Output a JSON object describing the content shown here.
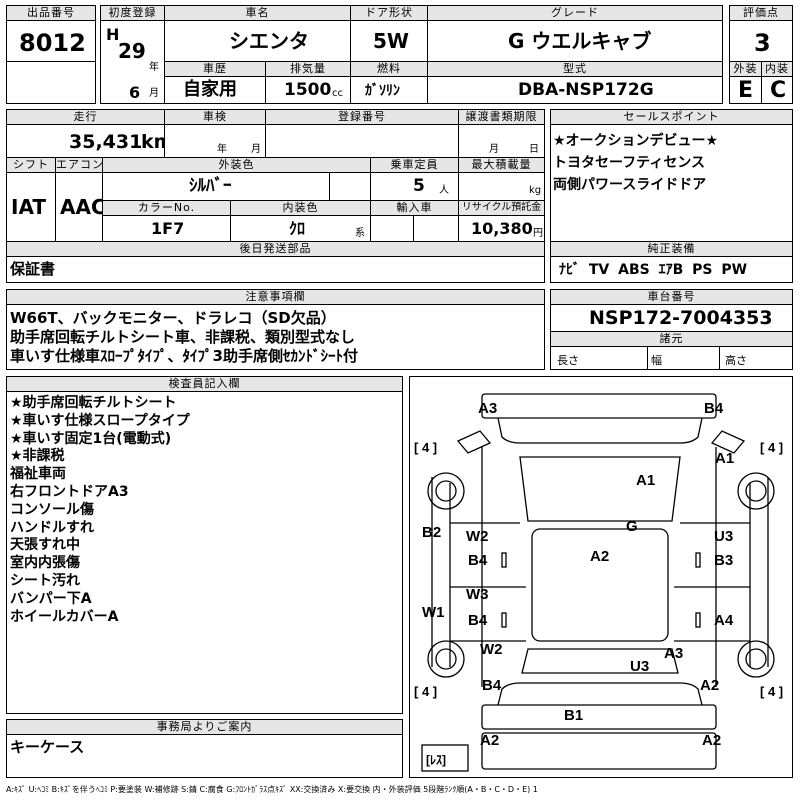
{
  "lot": {
    "label": "出品番号",
    "value": "8012"
  },
  "first_reg": {
    "label": "初度登録",
    "era": "H",
    "year": "29",
    "year_unit": "年",
    "month": "6",
    "month_unit": "月"
  },
  "car_name": {
    "label": "車名",
    "value": "シエンタ"
  },
  "door": {
    "label": "ドア形状",
    "value": "5W"
  },
  "grade": {
    "label": "グレード",
    "value": "G ウエルキャブ"
  },
  "score": {
    "label": "評価点",
    "value": "3"
  },
  "history": {
    "label": "車歴",
    "value": "自家用"
  },
  "displacement": {
    "label": "排気量",
    "value": "1500",
    "unit": "cc"
  },
  "fuel": {
    "label": "燃料",
    "value": "ｶﾞｿﾘﾝ"
  },
  "model": {
    "label": "型式",
    "value": "DBA-NSP172G"
  },
  "ext_grade": {
    "label": "外装",
    "value": "E"
  },
  "int_grade": {
    "label": "内装",
    "value": "C"
  },
  "mileage": {
    "label": "走行",
    "value": "35,431",
    "unit": "km"
  },
  "inspection": {
    "label": "車検",
    "year_unit": "年",
    "month_unit": "月"
  },
  "reg_no": {
    "label": "登録番号"
  },
  "transfer": {
    "label": "譲渡書類期限",
    "month_unit": "月",
    "day_unit": "日"
  },
  "sales_point": {
    "label": "セールスポイント",
    "lines": [
      "★オークションデビュー★",
      "トヨタセーフティセンス",
      "両側パワースライドドア"
    ]
  },
  "shift": {
    "label": "シフト",
    "value": "IAT"
  },
  "aircon": {
    "label": "エアコン",
    "value": "AAC"
  },
  "ext_color": {
    "label": "外装色",
    "value": "ｼﾙﾊﾞｰ"
  },
  "capacity": {
    "label": "乗車定員",
    "value": "5",
    "unit": "人"
  },
  "max_load": {
    "label": "最大積載量",
    "unit": "kg"
  },
  "color_no": {
    "label": "カラーNo.",
    "value": "1F7"
  },
  "int_color": {
    "label": "内装色",
    "value": "ｸﾛ",
    "unit": "系"
  },
  "import": {
    "label": "輸入車"
  },
  "recycle": {
    "label": "リサイクル預託金",
    "value": "10,380",
    "unit": "円"
  },
  "later_parts": {
    "label": "後日発送部品",
    "value": "保証書"
  },
  "equipment": {
    "label": "純正装備",
    "value": "ﾅﾋﾞ TV ABS ｴｱB PS PW"
  },
  "notes": {
    "label": "注意事項欄",
    "lines": [
      "W66T、バックモニター、ドラレコ（SD欠品）",
      "助手席回転チルトシート車、非課税、類別型式なし",
      "車いす仕様車ｽﾛｰﾌﾟﾀｲﾌﾟ、ﾀｲﾌﾟ3助手席側ｾｶﾝﾄﾞｼｰﾄ付"
    ]
  },
  "chassis": {
    "label": "車台番号",
    "value": "NSP172-7004353"
  },
  "dims": {
    "label": "諸元",
    "length": "長さ",
    "width": "幅",
    "height": "高さ"
  },
  "inspector": {
    "label": "検査員記入欄",
    "lines": [
      "★助手席回転チルトシート",
      "★車いす仕様スロープタイプ",
      "★車いす固定1台(電動式)",
      "★非課税",
      "福祉車両",
      "右フロントドアA3",
      "コンソール傷",
      "ハンドルすれ",
      "天張すれ中",
      "室内内張傷",
      "シート汚れ",
      "バンパー下A",
      "ホイールカバーA"
    ]
  },
  "office": {
    "label": "事務局よりご案内",
    "value": "キーケース"
  },
  "diagram": {
    "tire_labels": [
      "[ 4 ]",
      "[ 4 ]",
      "[ 4 ]",
      "[ 4 ]"
    ],
    "spare_label": "[ﾚｽ]",
    "marks": [
      "A3",
      "B4",
      "A1",
      "A1",
      "G",
      "B2",
      "W2",
      "B4",
      "U3",
      "B3",
      "A2",
      "W1",
      "W3",
      "B4",
      "A4",
      "W2",
      "A3",
      "U3",
      "B4",
      "A2",
      "B1",
      "A2",
      "A2"
    ]
  },
  "legend": "A:ｷｽﾞ U:ﾍｺﾐ B:ｷｽﾞを伴うﾍｺﾐ P:要塗装 W:補修跡 S:錆 C:腐食 G:ﾌﾛﾝﾄｶﾞﾗｽ点ｷｽﾞ XX:交換済み X:要交換 内・外装評価 5段階ﾗﾝｸ順(A・B・C・D・E) 1"
}
